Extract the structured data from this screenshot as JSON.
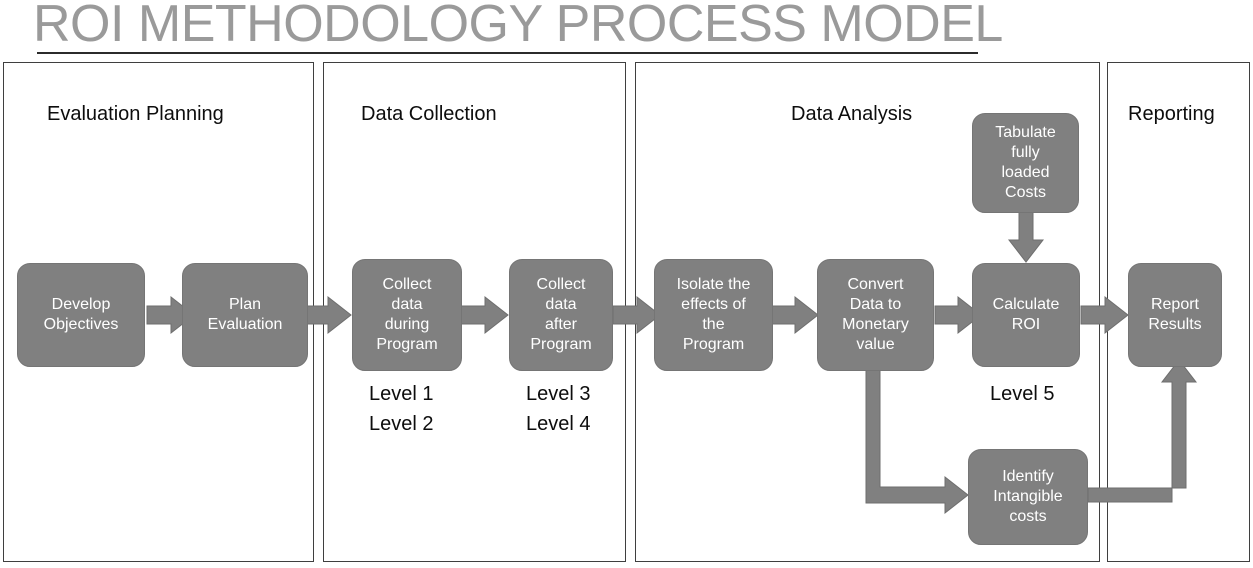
{
  "title": "ROI METHODOLOGY PROCESS MODEL",
  "colors": {
    "box_fill": "#808080",
    "box_text": "#ffffff",
    "connector": "#808080",
    "panel_border": "#3f3f3f",
    "title_text": "#9a9a9a",
    "label_text": "#0d0d0d",
    "background": "#ffffff"
  },
  "phases": [
    {
      "label": "Evaluation Planning"
    },
    {
      "label": "Data Collection"
    },
    {
      "label": "Data Analysis"
    },
    {
      "label": "Reporting"
    }
  ],
  "steps": {
    "develop_objectives": "Develop\nObjectives",
    "plan_evaluation": "Plan\nEvaluation",
    "collect_during": "Collect\ndata\nduring\nProgram",
    "collect_after": "Collect\ndata\nafter\nProgram",
    "isolate_effects": "Isolate the\neffects of\nthe\nProgram",
    "convert_monetary": "Convert\nData to\nMonetary\nvalue",
    "tabulate_costs": "Tabulate\nfully\nloaded\nCosts",
    "calculate_roi": "Calculate\nROI",
    "identify_intangible": "Identify\nIntangible\ncosts",
    "report_results": "Report\nResults"
  },
  "levels": {
    "collect_during": "Level 1\nLevel 2",
    "collect_after": "Level 3\nLevel 4",
    "calculate_roi": "Level 5"
  }
}
